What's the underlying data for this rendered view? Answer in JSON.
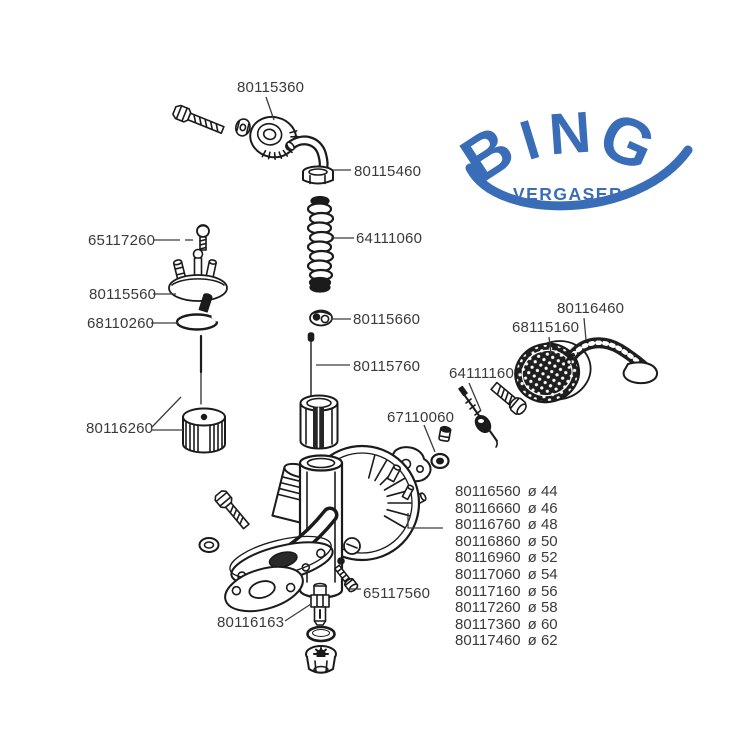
{
  "logo": {
    "letters": [
      "B",
      "I",
      "N",
      "G"
    ],
    "subtitle": "VERGASER",
    "color": "#3a6db8"
  },
  "callouts": [
    {
      "label": "80115360"
    },
    {
      "label": "80115460"
    },
    {
      "label": "64111060"
    },
    {
      "label": "65117260"
    },
    {
      "label": "80115560"
    },
    {
      "label": "68110260"
    },
    {
      "label": "80115660"
    },
    {
      "label": "80115760"
    },
    {
      "label": "80116260"
    },
    {
      "label": "64111160"
    },
    {
      "label": "68115160"
    },
    {
      "label": "80116460"
    },
    {
      "label": "67110060"
    },
    {
      "label": "65117560"
    },
    {
      "label": "80116163"
    }
  ],
  "parts_list": {
    "rows": [
      {
        "code": "80116560",
        "dia": "ø 44"
      },
      {
        "code": "80116660",
        "dia": "ø 46"
      },
      {
        "code": "80116760",
        "dia": "ø 48"
      },
      {
        "code": "80116860",
        "dia": "ø 50"
      },
      {
        "code": "80116960",
        "dia": "ø 52"
      },
      {
        "code": "80117060",
        "dia": "ø 54"
      },
      {
        "code": "80117160",
        "dia": "ø 56"
      },
      {
        "code": "80117260",
        "dia": "ø 58"
      },
      {
        "code": "80117360",
        "dia": "ø 60"
      },
      {
        "code": "80117460",
        "dia": "ø 62"
      }
    ]
  }
}
